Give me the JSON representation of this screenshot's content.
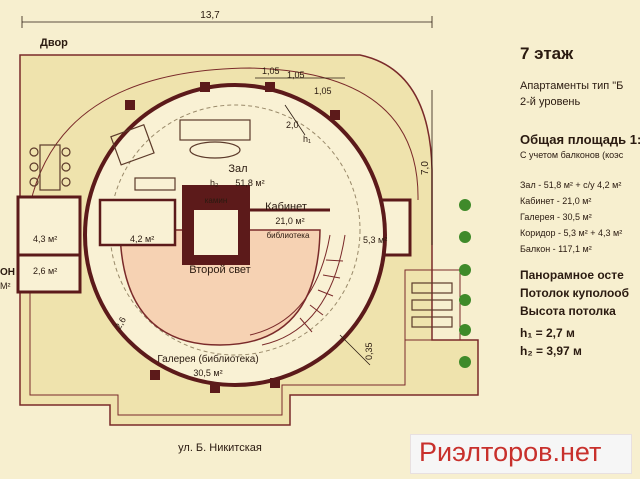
{
  "plan": {
    "overall_width": "13,7",
    "yard_label": "Двор",
    "street_label": "ул. Б. Никитская",
    "right_height": "7,0",
    "dim_105_a": "1,05",
    "dim_105_b": "1,05",
    "dim_105_c": "1,05",
    "dim_20": "2,0",
    "dim_26": "2,6",
    "dim_035": "0,35",
    "h1_mark": "h₁",
    "h2_mark": "h₂",
    "fireplace": "камин",
    "rooms": {
      "hall_name": "Зал",
      "hall_area": "51,8 м²",
      "office_name": "Кабинет",
      "office_area": "21,0 м²",
      "office_sub": "библиотека",
      "second_light": "Второй свет",
      "gallery_name": "Галерея (библиотека)",
      "gallery_area": "30,5 м²",
      "left_room_area": "4,3 м²",
      "bath_area": "4,2 м²",
      "small_room_area": "2,6 м²",
      "right_room_area": "5,3 м²",
      "cut_left_top": "ОН",
      "cut_left_bottom": "М²"
    }
  },
  "info": {
    "floor_title": "7 этаж",
    "apartment_type": "Апартаменты тип \"Б",
    "level": "2-й уровень",
    "total_area_label": "Общая площадь 1:",
    "with_balconies": "С учетом балконов (коэс",
    "areas": [
      "Зал - 51,8 м² + с/у 4,2 м²",
      "Кабинет - 21,0 м²",
      "Галерея - 30,5 м²",
      "Коридор - 5,3 м² + 4,3 м²",
      "Балкон - 117,1 м²"
    ],
    "features": [
      "Панорамное осте",
      "Потолок куполооб",
      "Высота потолка"
    ],
    "h1_value": "h₁ =  2,7 м",
    "h2_value": "h₂ = 3,97 м"
  },
  "watermark": "Риэлторов.нет",
  "colors": {
    "background": "#f7efcf",
    "balcony_fill": "#efe3ad",
    "wall": "#5c1a1a",
    "floor_light": "#f9f1d4",
    "void_fill": "#f6d2b3",
    "watermark_text": "#c8302c"
  }
}
